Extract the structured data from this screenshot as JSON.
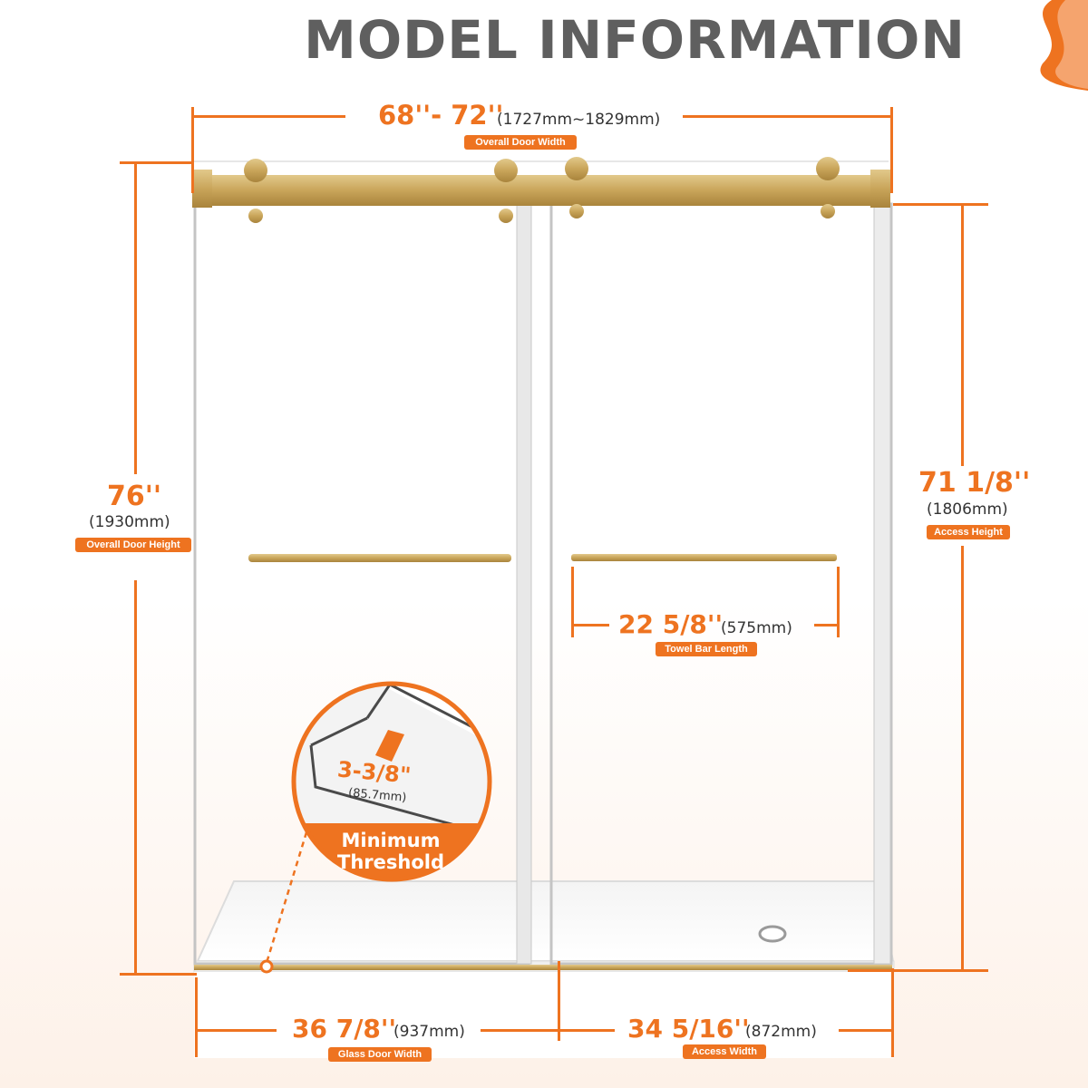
{
  "title": "MODEL INFORMATION",
  "colors": {
    "accent": "#ee7320",
    "title": "#5f5f5f",
    "hardware": "#c9a55a"
  },
  "dimensions": {
    "overall_width": {
      "value": "68''- 72''",
      "metric": "(1727mm~1829mm)",
      "label": "Overall Door Width"
    },
    "overall_height": {
      "value": "76''",
      "metric": "(1930mm)",
      "label": "Overall Door Height"
    },
    "access_height": {
      "value": "71 1/8''",
      "metric": "(1806mm)",
      "label": "Access Height"
    },
    "towel_bar": {
      "value": "22 5/8''",
      "metric": "(575mm)",
      "label": "Towel Bar Length"
    },
    "glass_door_width": {
      "value": "36 7/8''",
      "metric": "(937mm)",
      "label": "Glass Door Width"
    },
    "access_width": {
      "value": "34 5/16''",
      "metric": "(872mm)",
      "label": "Access Width"
    }
  },
  "threshold": {
    "value": "3-3/8\"",
    "metric": "(85.7mm)",
    "label_line1": "Minimum",
    "label_line2": "Threshold"
  }
}
